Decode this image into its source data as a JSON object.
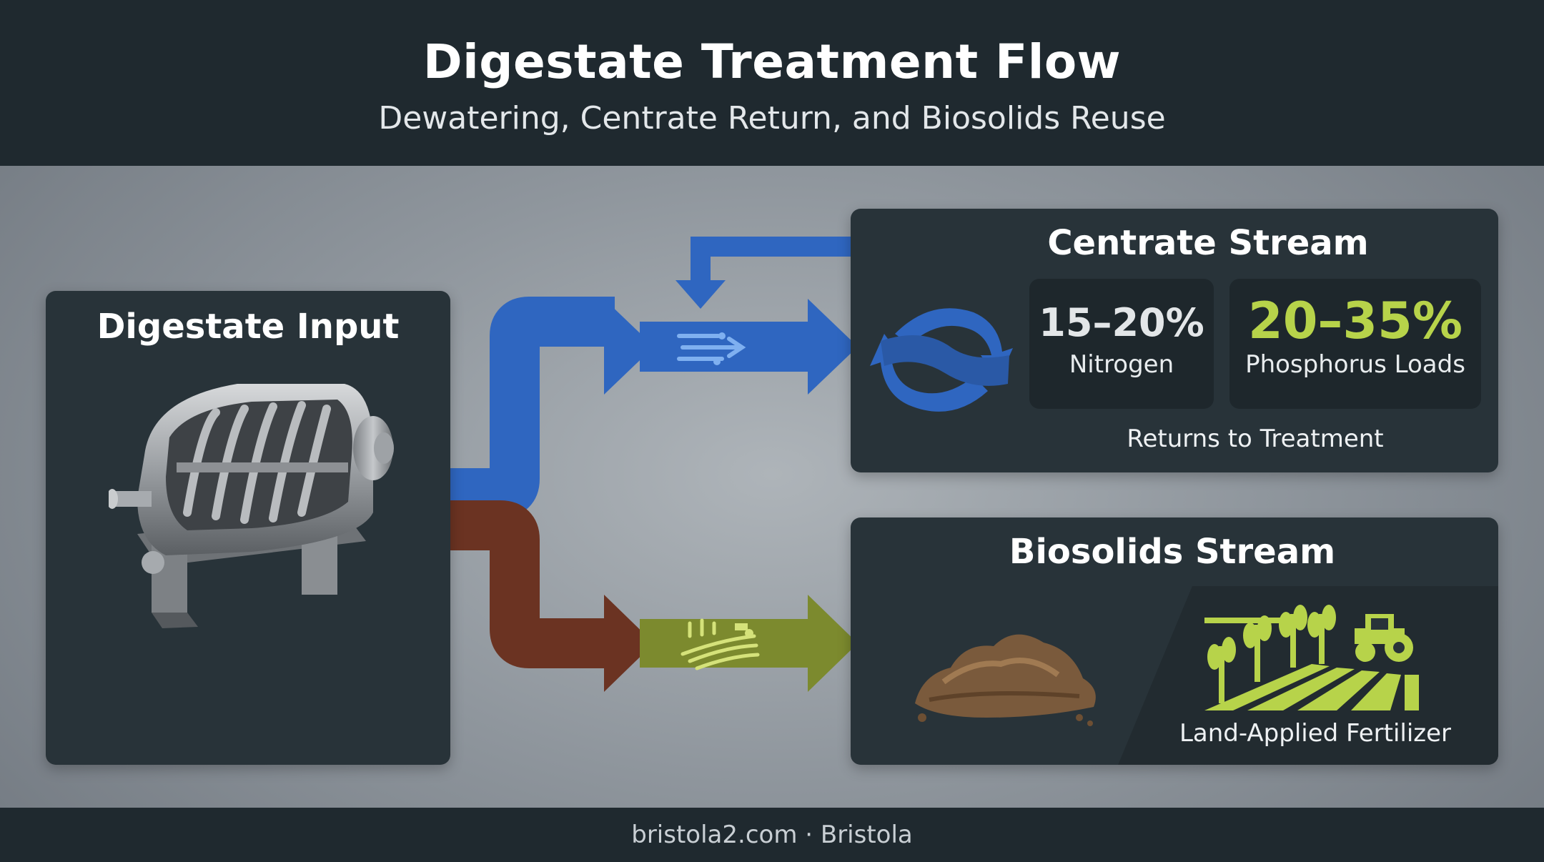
{
  "header": {
    "title": "Digestate Treatment Flow",
    "subtitle": "Dewatering, Centrate Return, and Biosolids Reuse"
  },
  "input_panel": {
    "title": "Digestate Input",
    "image_icon": "decanter-centrifuge-icon"
  },
  "centrate_panel": {
    "title": "Centrate Stream",
    "icon": "recycle-flow-icon",
    "stats": [
      {
        "value": "15–20%",
        "label": "Nitrogen",
        "color": "#e3e6e8"
      },
      {
        "value": "20–35%",
        "label": "Phosphorus Loads",
        "color": "#b7d34a"
      }
    ],
    "note": "Returns to Treatment"
  },
  "biosolids_panel": {
    "title": "Biosolids Stream",
    "images": [
      "biosolids-pile-icon",
      "farm-field-tractor-icon"
    ],
    "caption": "Land-Applied Fertilizer"
  },
  "flows": {
    "centrate_color": "#2f66c0",
    "biosolids_color": "#6b3322",
    "biosolids_arrow_color": "#7c8a2e",
    "centrate_arrow_icon": "wind-flow-icon",
    "biosolids_arrow_icon": "field-crops-icon"
  },
  "footer": {
    "text": "bristola2.com · Bristola"
  }
}
